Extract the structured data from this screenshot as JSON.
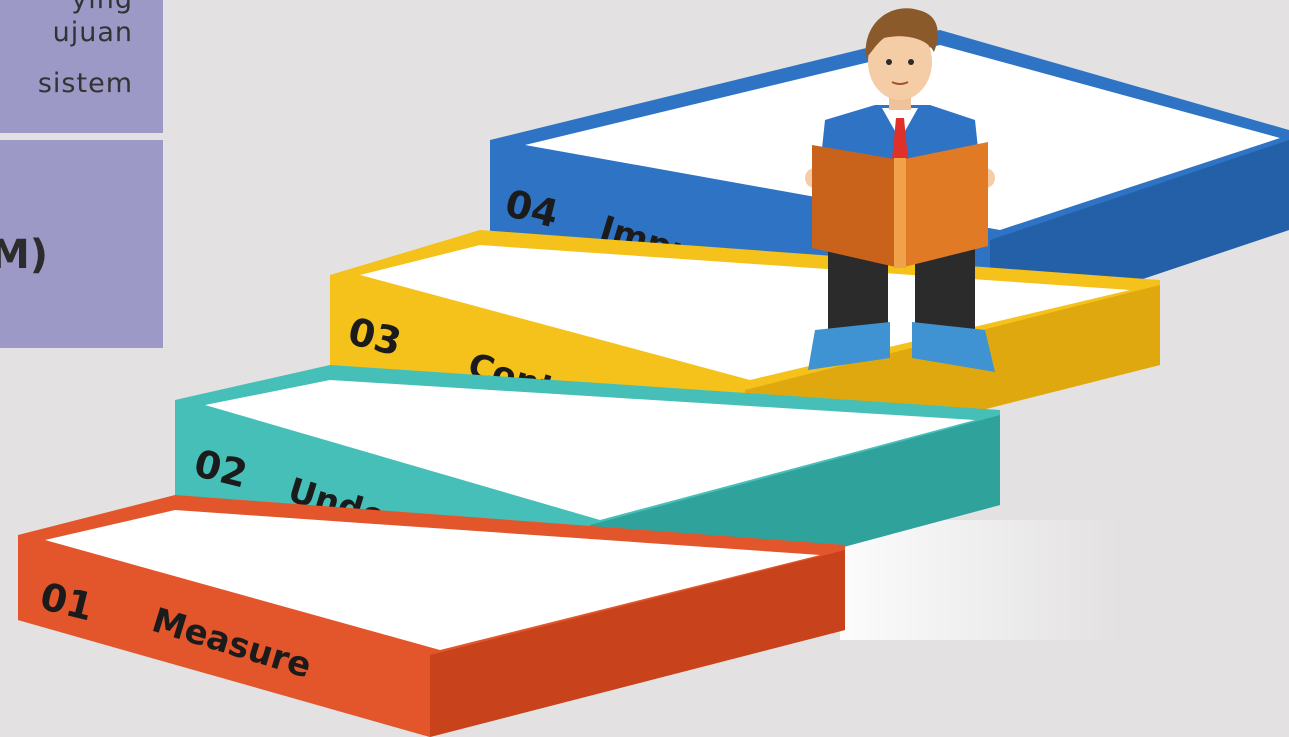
{
  "info_box": {
    "lines": [
      "ying",
      "ujuan",
      "sistem"
    ],
    "bold_text": "M)"
  },
  "steps": [
    {
      "number": "01",
      "label": "Measure",
      "color": "#e3562b",
      "side_color": "#c8421c"
    },
    {
      "number": "02",
      "label": "Understand",
      "color": "#46bfb8",
      "side_color": "#2fa29c"
    },
    {
      "number": "03",
      "label": "Control",
      "color": "#f4c21b",
      "side_color": "#dfa80f"
    },
    {
      "number": "04",
      "label": "Improve",
      "color": "#2f74c4",
      "side_color": "#2460a8"
    }
  ],
  "colors": {
    "background": "#e3e1e1",
    "info_box": "#9c99c7",
    "step_top": "#ffffff"
  },
  "icons": {
    "person": "person-reading-book-icon"
  }
}
